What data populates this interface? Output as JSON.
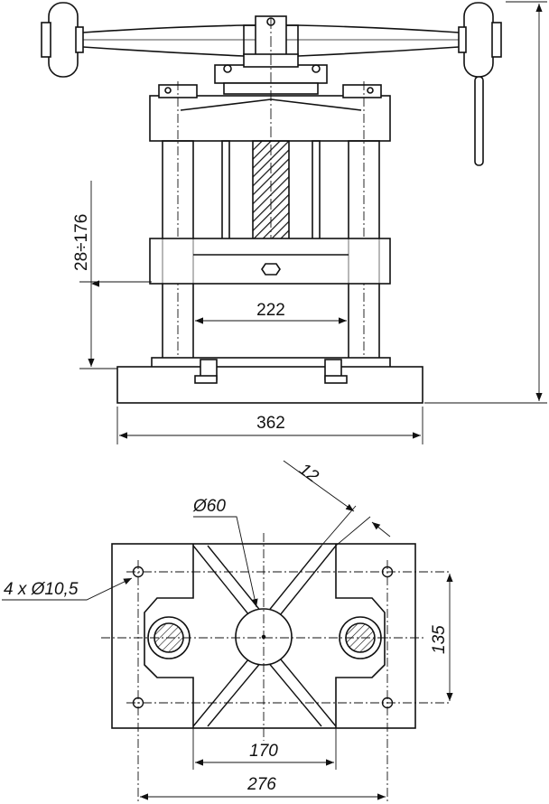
{
  "front_view": {
    "dim_adjust_height": "28÷176",
    "dim_inner_width": "222",
    "dim_base_width": "362"
  },
  "plan_view": {
    "dim_diagonal_width": "12",
    "dim_center_bore": "Ø60",
    "dim_mount_holes": "4 x Ø10,5",
    "dim_hole_spacing_vertical": "135",
    "dim_inner_spacing": "170",
    "dim_hole_spacing_horizontal": "276"
  },
  "colors": {
    "line": "#111111",
    "hatch": "#111111",
    "background": "#ffffff"
  }
}
